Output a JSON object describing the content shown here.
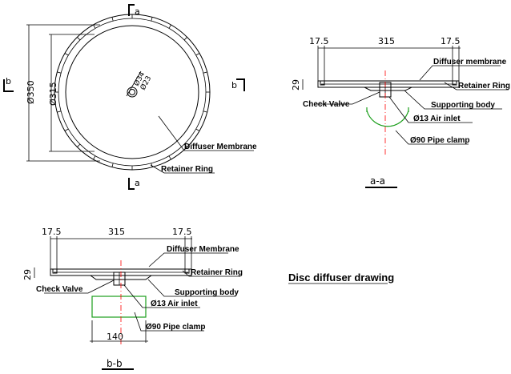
{
  "colors": {
    "line": "#000000",
    "centerline": "#ff0000",
    "pipe_clamp": "#1a9e1a",
    "background": "#ffffff"
  },
  "plan_view": {
    "section_mark_a": "a",
    "section_mark_b": "b",
    "dim_outer": "Ø350",
    "dim_inner": "Ø315",
    "dim_hole_outer": "Ø34",
    "dim_hole_inner": "Ø23",
    "label_membrane": "Diffuser Membrane",
    "label_ring": "Retainer Ring"
  },
  "section_aa": {
    "dim_left": "17.5",
    "dim_mid": "315",
    "dim_right": "17.5",
    "dim_height": "29",
    "label_membrane": "Diffuser membrane",
    "label_ring": "Retainer Ring",
    "label_check_valve": "Check Valve",
    "label_body": "Supporting body",
    "label_air": "Ø13 Air inlet",
    "label_clamp": "Ø90 Pipe clamp",
    "caption": "a-a"
  },
  "section_bb": {
    "dim_left": "17.5",
    "dim_mid": "315",
    "dim_right": "17.5",
    "dim_height": "29",
    "dim_width": "140",
    "label_membrane": "Diffuser Membrane",
    "label_ring": "Retainer Ring",
    "label_check_valve": "Check Valve",
    "label_body": "Supporting body",
    "label_air": "Ø13 Air inlet",
    "label_clamp": "Ø90 Pipe clamp",
    "caption": "b-b"
  },
  "title": "Disc diffuser drawing"
}
